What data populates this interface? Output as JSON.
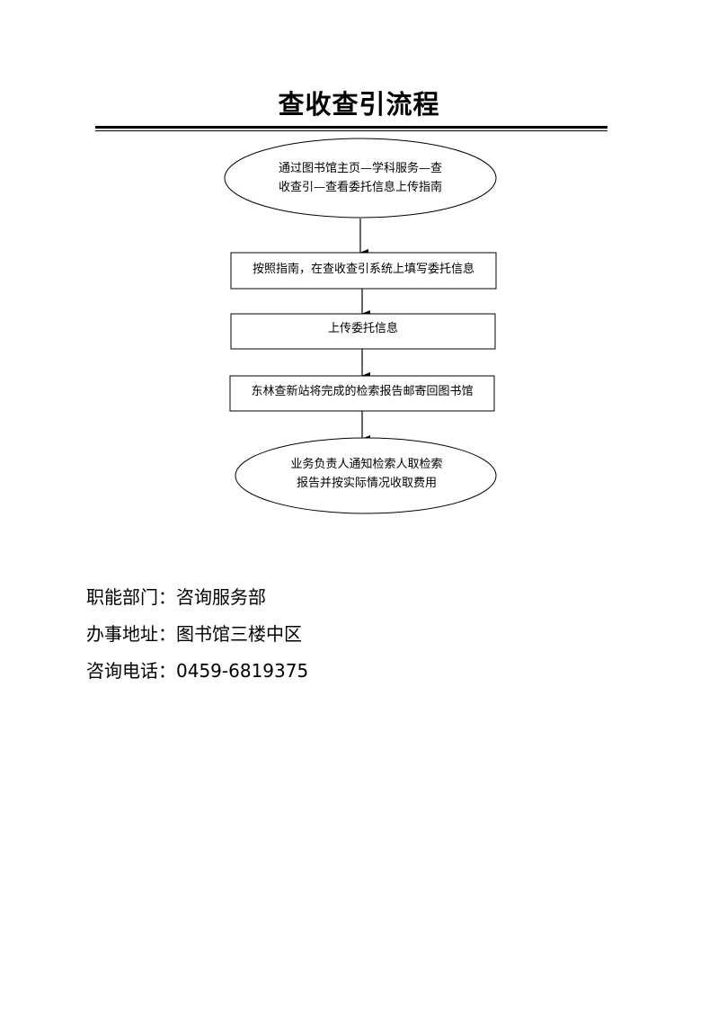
{
  "document": {
    "title": "查收查引流程"
  },
  "flowchart": {
    "start": {
      "line1": "通过图书馆主页—学科服务—查",
      "line2": "收查引—查看委托信息上传指南"
    },
    "step1": "按照指南，在查收查引系统上填写委托信息",
    "step2": "上传委托信息",
    "step3": "东林查新站将完成的检索报告邮寄回图书馆",
    "end": {
      "line1": "业务负责人通知检索人取检索",
      "line2": "报告并按实际情况收取费用"
    }
  },
  "contact": {
    "department_label": "职能部门：",
    "department_value": "咨询服务部",
    "address_label": "办事地址：",
    "address_value": "图书馆三楼中区",
    "phone_label": "咨询电话：",
    "phone_value": "0459-6819375"
  }
}
